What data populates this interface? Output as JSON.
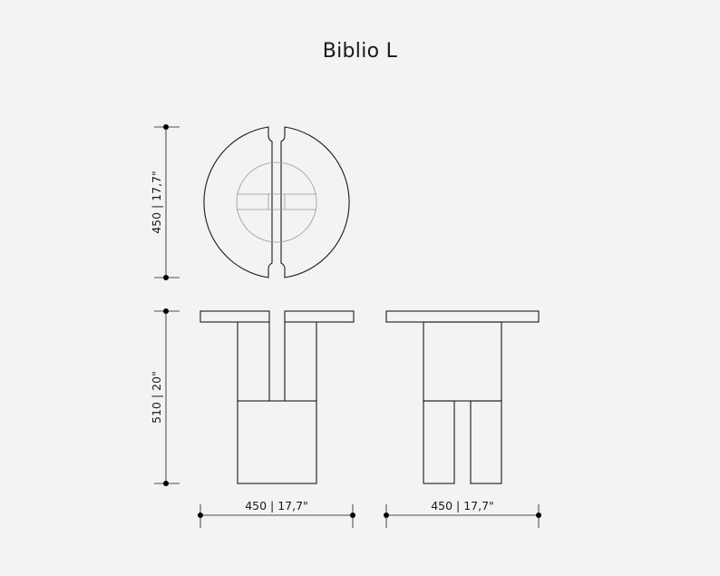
{
  "title": "Biblio L",
  "dimensions": {
    "top_view_depth": "450 | 17,7\"",
    "height": "510 | 20\"",
    "front_width": "450 | 17,7\"",
    "side_width": "450 | 17,7\""
  }
}
